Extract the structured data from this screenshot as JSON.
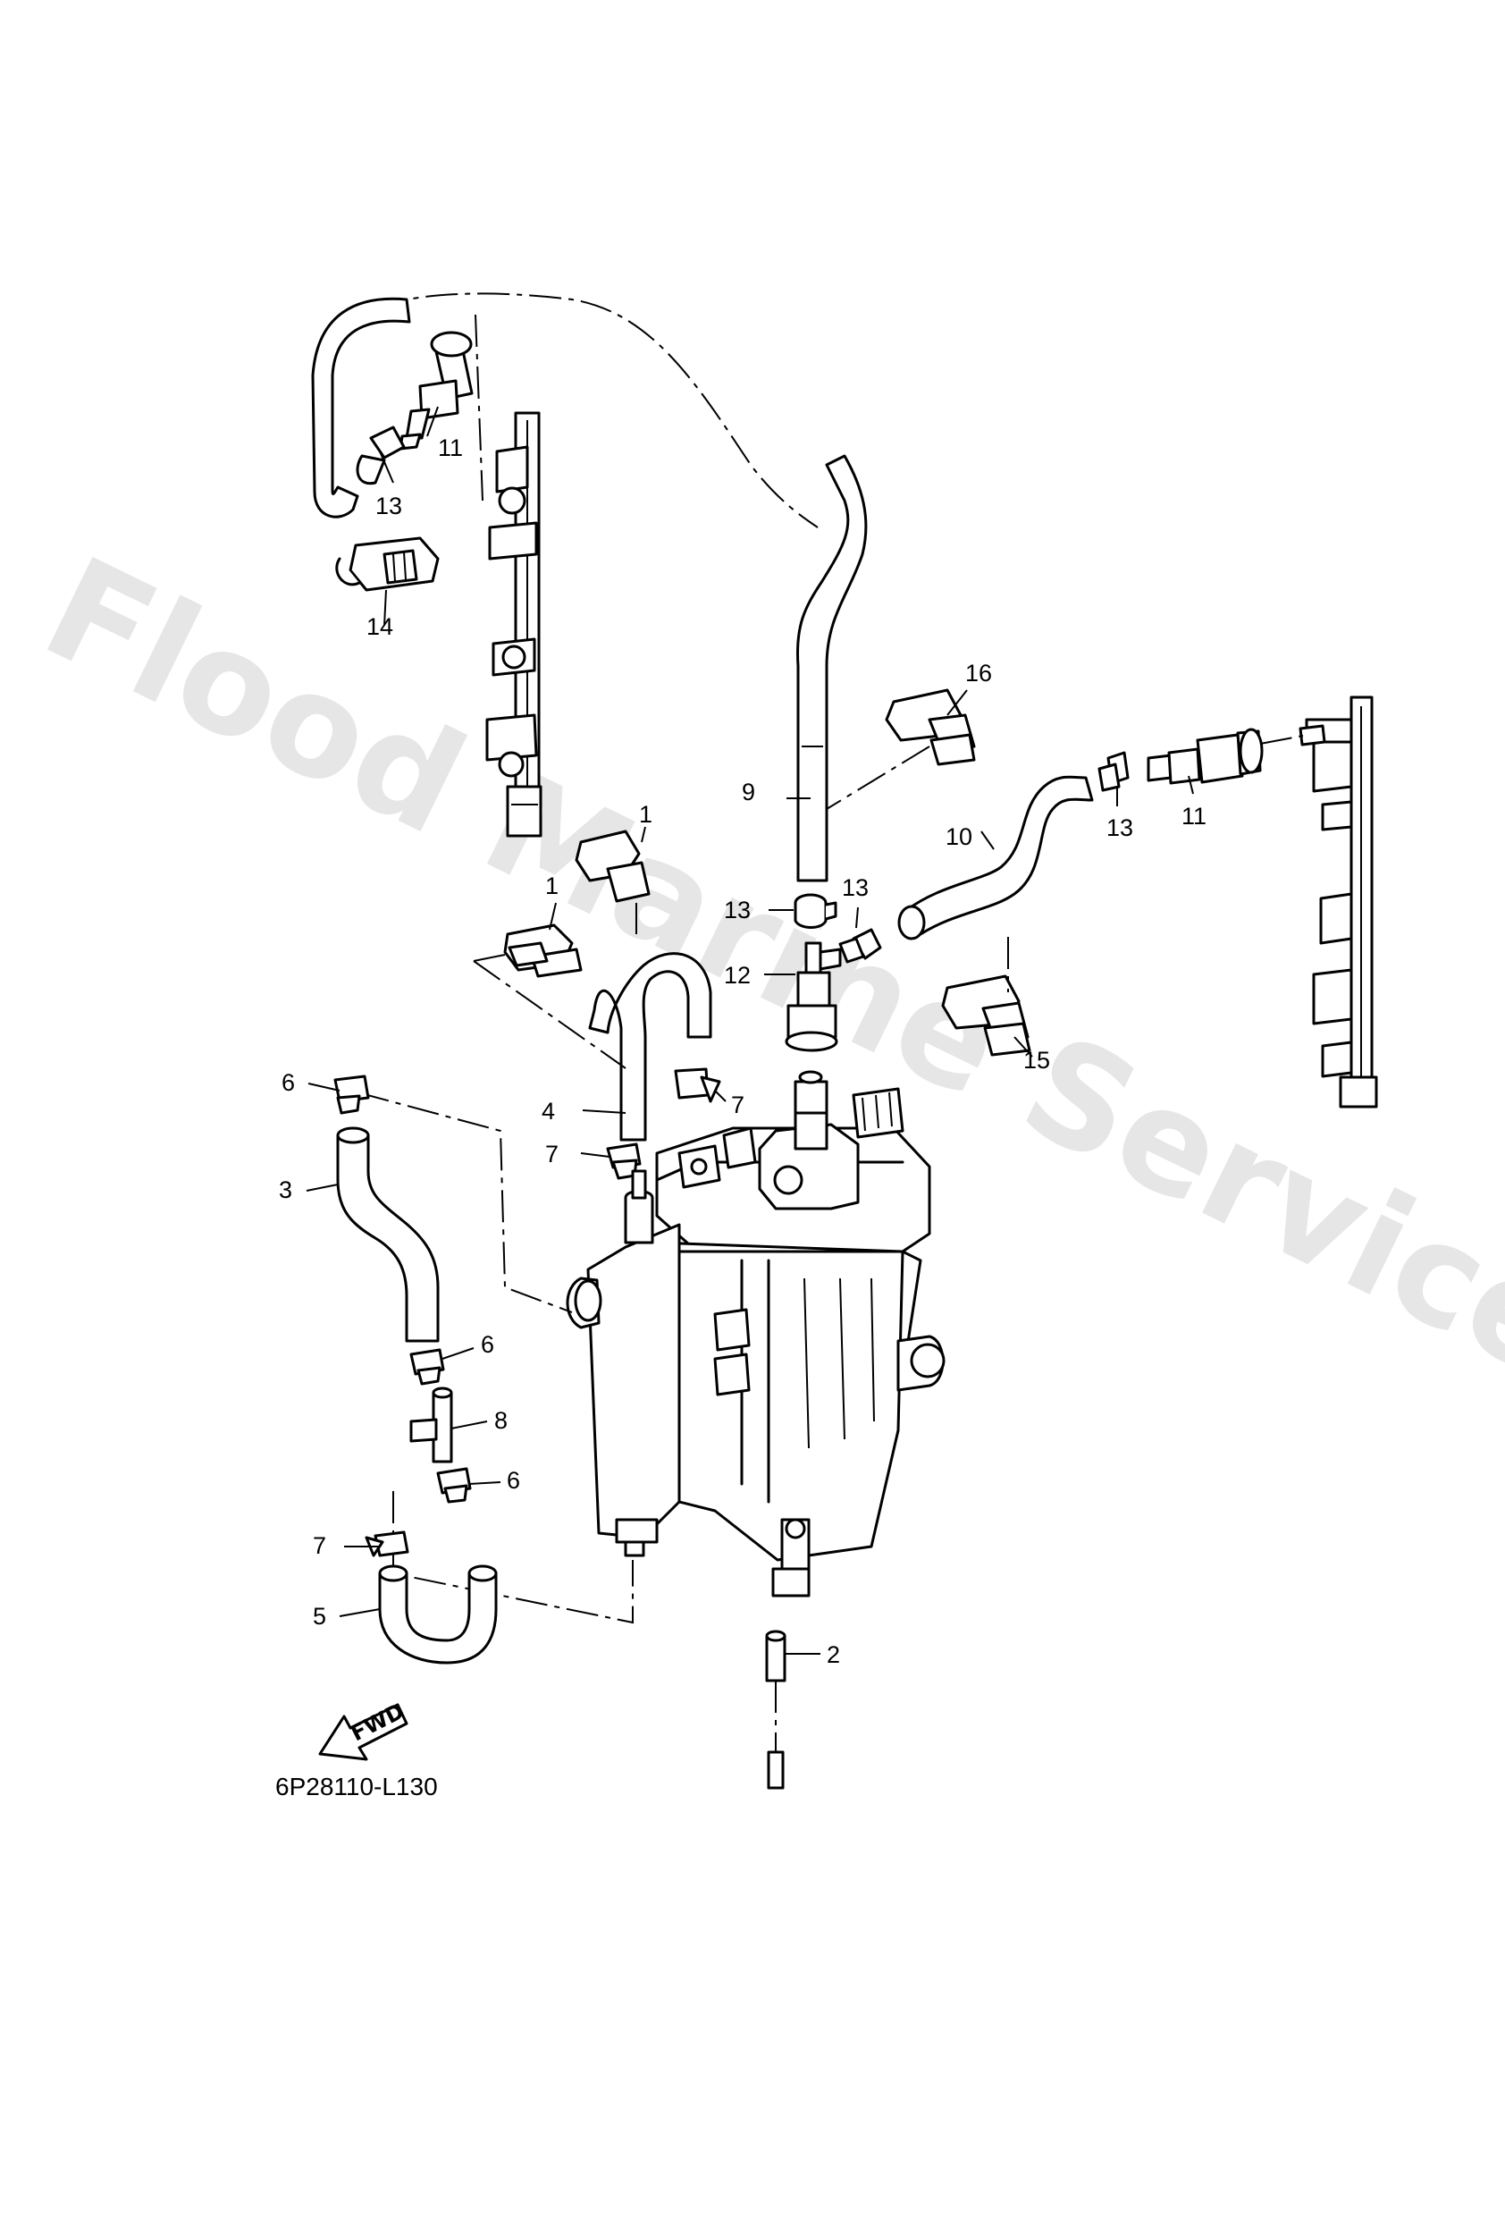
{
  "diagram": {
    "code": "6P28110-L130",
    "watermark": "Flood Marine Services",
    "direction_label": "FWD",
    "colors": {
      "line": "#000000",
      "background": "#ffffff",
      "watermark": "#e6e6e6"
    },
    "callouts": [
      {
        "id": "c1a",
        "label": "1"
      },
      {
        "id": "c1b",
        "label": "1"
      },
      {
        "id": "c2",
        "label": "2"
      },
      {
        "id": "c3",
        "label": "3"
      },
      {
        "id": "c4",
        "label": "4"
      },
      {
        "id": "c5",
        "label": "5"
      },
      {
        "id": "c6a",
        "label": "6"
      },
      {
        "id": "c6b",
        "label": "6"
      },
      {
        "id": "c6c",
        "label": "6"
      },
      {
        "id": "c7a",
        "label": "7"
      },
      {
        "id": "c7b",
        "label": "7"
      },
      {
        "id": "c7c",
        "label": "7"
      },
      {
        "id": "c8",
        "label": "8"
      },
      {
        "id": "c9",
        "label": "9"
      },
      {
        "id": "c10",
        "label": "10"
      },
      {
        "id": "c11a",
        "label": "11"
      },
      {
        "id": "c11b",
        "label": "11"
      },
      {
        "id": "c12",
        "label": "12"
      },
      {
        "id": "c13a",
        "label": "13"
      },
      {
        "id": "c13b",
        "label": "13"
      },
      {
        "id": "c13c",
        "label": "13"
      },
      {
        "id": "c13d",
        "label": "13"
      },
      {
        "id": "c14",
        "label": "14"
      },
      {
        "id": "c15",
        "label": "15"
      },
      {
        "id": "c16",
        "label": "16"
      }
    ]
  }
}
